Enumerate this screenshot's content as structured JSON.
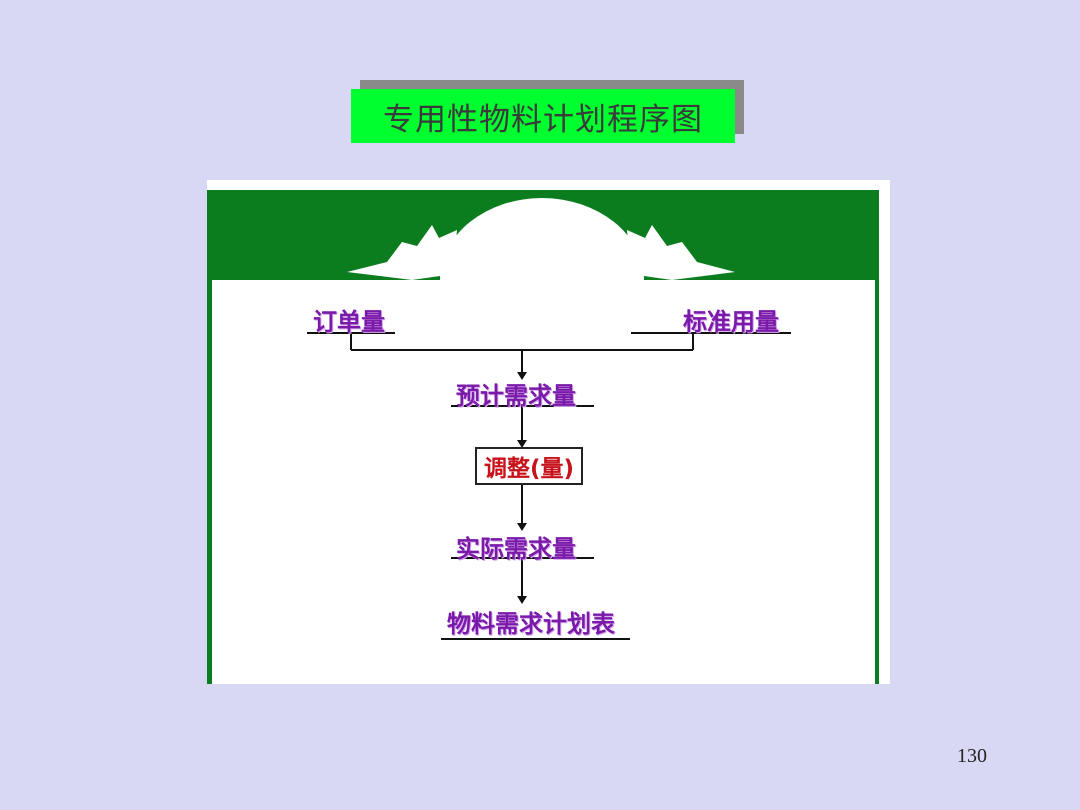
{
  "slide": {
    "title": "专用性物料计划程序图",
    "page_number": "130"
  },
  "diagram": {
    "nodes": {
      "order_qty": "订单量",
      "standard_usage": "标准用量",
      "forecast_demand": "预计需求量",
      "adjust": "调整(量)",
      "actual_demand": "实际需求量",
      "material_plan": "物料需求计划表"
    }
  },
  "colors": {
    "background": "#d9d8f4",
    "title_bg": "#00ff2e",
    "banner_green": "#0b7d1f",
    "label_purple": "#7a1aa8",
    "adjust_red": "#c8121b"
  }
}
